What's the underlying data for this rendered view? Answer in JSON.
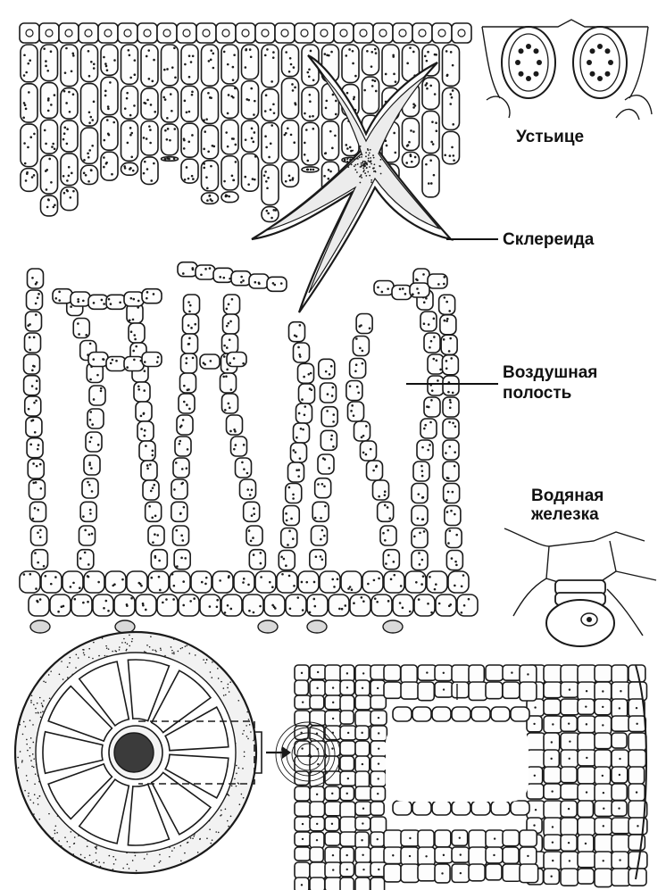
{
  "labels": {
    "stoma": "Устьице",
    "sclereid": "Склереида",
    "air_cavity_line1": "Воздушная",
    "air_cavity_line2": "полость",
    "hydathode_line1": "Водяная",
    "hydathode_line2": "железка"
  },
  "figure": {
    "panels": [
      "leaf-cross-section",
      "stoma-detail",
      "hydathode-detail",
      "stem-cross-section",
      "stem-magnified-sector"
    ],
    "line_color": "#1a1a1a",
    "background": "#ffffff"
  }
}
